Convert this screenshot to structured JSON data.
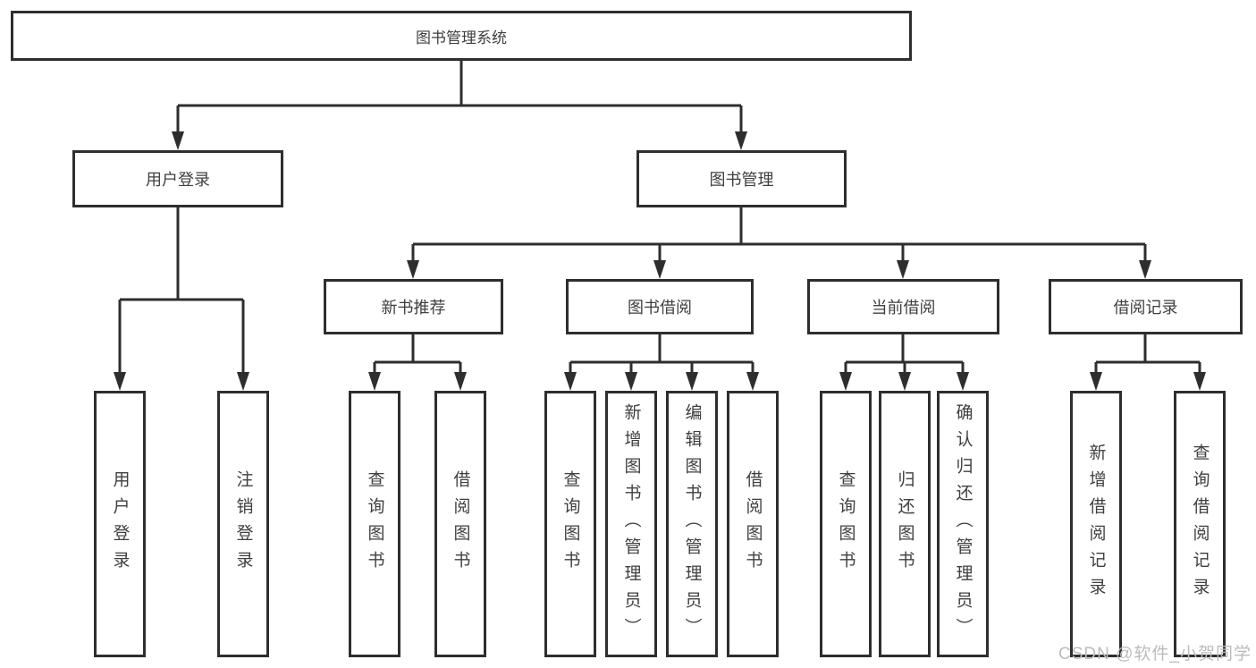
{
  "diagram": {
    "colors": {
      "background": "#ffffff",
      "line": "#2e2e2e",
      "box_border": "#2e2e2e",
      "text": "#3f3f3f",
      "watermark": "#bcbcbc"
    },
    "nodes": {
      "root": {
        "label": "图书管理系统"
      },
      "user_login": {
        "label": "用户登录"
      },
      "book_mgmt": {
        "label": "图书管理"
      },
      "new_book_rec": {
        "label": "新书推荐"
      },
      "book_borrow": {
        "label": "图书借阅"
      },
      "current_borrow": {
        "label": "当前借阅"
      },
      "borrow_records": {
        "label": "借阅记录"
      },
      "leaf_user_login": {
        "label": "用户登录"
      },
      "leaf_logout": {
        "label": "注销登录"
      },
      "leaf_rec_query": {
        "label": "查询图书"
      },
      "leaf_rec_borrow": {
        "label": "借阅图书"
      },
      "leaf_bb_query": {
        "label": "查询图书"
      },
      "leaf_bb_add": {
        "label": "新增图书（管理员）"
      },
      "leaf_bb_edit": {
        "label": "编辑图书（管理员）"
      },
      "leaf_bb_borrow": {
        "label": "借阅图书"
      },
      "leaf_cb_query": {
        "label": "查询图书"
      },
      "leaf_cb_return": {
        "label": "归还图书"
      },
      "leaf_cb_confirm": {
        "label": "确认归还（管理员）"
      },
      "leaf_br_add": {
        "label": "新增借阅记录"
      },
      "leaf_br_query": {
        "label": "查询借阅记录"
      }
    },
    "watermark": "CSDN @软件_小贺同学"
  }
}
